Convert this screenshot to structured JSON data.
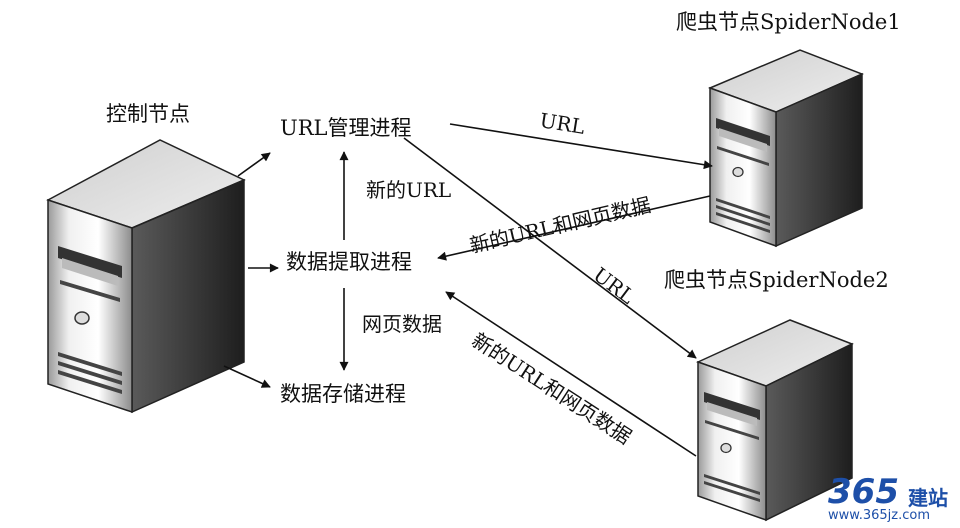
{
  "nodes": {
    "control": {
      "title": "控制节点"
    },
    "spider1": {
      "title": "爬虫节点SpiderNode1"
    },
    "spider2": {
      "title": "爬虫节点SpiderNode2"
    }
  },
  "processes": {
    "url_manager": "URL管理进程",
    "data_extract": "数据提取进程",
    "data_store": "数据存储进程"
  },
  "edge_labels": {
    "new_url": "新的URL",
    "page_data": "网页数据",
    "url_to_node1": "URL",
    "node1_return": "新的URL和网页数据",
    "url_to_node2": "URL",
    "node2_return": "新的URL和网页数据"
  },
  "watermark": {
    "brand_num": "365",
    "brand_cn": "建站",
    "site": "www.365jz.com"
  },
  "colors": {
    "line": "#111111",
    "server_light": "#f2f2f2",
    "server_mid": "#bdbdbd",
    "server_dark": "#555555",
    "watermark": "#1d4fa8"
  }
}
